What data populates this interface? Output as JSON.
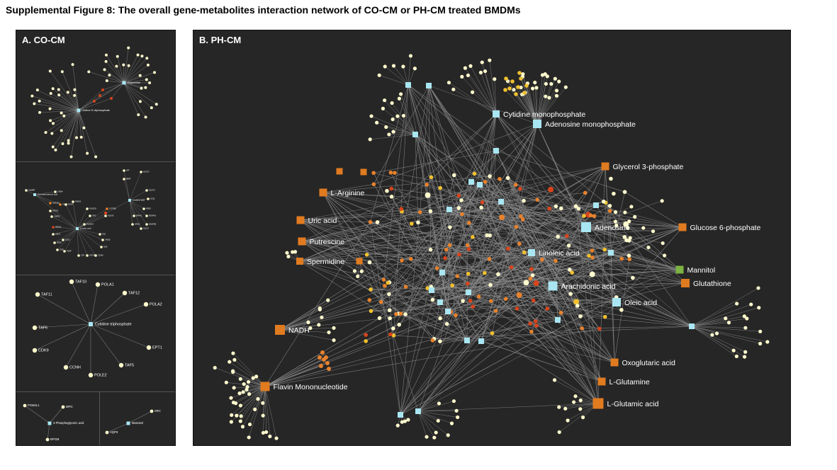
{
  "figure_title": "Supplemental Figure 8: The overall gene-metabolites interaction network of CO-CM or  PH-CM treated BMDMs",
  "colors": {
    "panel_bg": "#262626",
    "edge": "#8a8a8a",
    "metabolite": "#a9e6f2",
    "metabolite_orange": "#e07b20",
    "metabolite_green": "#7cb342",
    "gene_light": "#fffacd",
    "gene_yellow": "#f2c12e",
    "gene_orange": "#e8822c",
    "gene_red": "#d9441c"
  },
  "panel_a": {
    "title": "A. CO-CM",
    "sub1": {
      "hubs": [
        "Uridine 5'-diphosphate",
        "Dopamine"
      ]
    },
    "sub2": {
      "hubs": [
        "Docosahexaenoic acid",
        "Linoleic acid",
        "Linolenic acid"
      ],
      "genes": [
        "CAMPP",
        "CHDH",
        "ALOX15",
        "CAE2",
        "FADS1",
        "CNAT2",
        "FADS2",
        "PLA2G5",
        "GPC",
        "PLA2G4",
        "ALOX5",
        "CYP1B1",
        "NR1A2",
        "SDC3",
        "SDCK",
        "SOD",
        "PLBP",
        "CSF",
        "GPCAT",
        "CCNH",
        "NCK",
        "UNCB",
        "PLD",
        "SLC5",
        "HIP",
        "IBMP",
        "ACOT1",
        "ACOT2",
        "ACSL",
        "FADS",
        "NDUFA1",
        "NDUFB2",
        "SLC27",
        "HRAS",
        "EPHX1",
        "DGAT"
      ]
    },
    "sub3": {
      "hub": "Cytidine triphosphate",
      "genes": [
        "TAF10",
        "POLA1",
        "TAF11",
        "TAF12",
        "POLA2",
        "TAF6",
        "EPT1",
        "CDK9",
        "TAF5",
        "CCNH",
        "POLE2"
      ]
    },
    "sub4": {
      "hub": "3-Phosphoglyceric acid",
      "genes": [
        "PGM2L1",
        "MPG",
        "BPGM"
      ]
    },
    "sub5": {
      "hub": "Mannitol",
      "genes": [
        "SRC",
        "AQP9"
      ]
    }
  },
  "panel_b": {
    "title": "B. PH-CM",
    "metabolites": [
      {
        "label": "Cytidine monophosphate",
        "color": "cyan"
      },
      {
        "label": "Adenosine monophosphate",
        "color": "cyan"
      },
      {
        "label": "Glycerol 3-phosphate",
        "color": "orange"
      },
      {
        "label": "L-Arginine",
        "color": "orange"
      },
      {
        "label": "Uric acid",
        "color": "orange"
      },
      {
        "label": "Adenosine",
        "color": "cyan"
      },
      {
        "label": "Glucose 6-phosphate",
        "color": "orange"
      },
      {
        "label": "Putrescine",
        "color": "orange"
      },
      {
        "label": "Linoleic acid",
        "color": "cyan"
      },
      {
        "label": "Spermidine",
        "color": "orange"
      },
      {
        "label": "Mannitol",
        "color": "green"
      },
      {
        "label": "Arachidonic acid",
        "color": "cyan"
      },
      {
        "label": "Glutathione",
        "color": "orange"
      },
      {
        "label": "Oleic acid",
        "color": "cyan"
      },
      {
        "label": "NADH",
        "color": "orange"
      },
      {
        "label": "Oxoglutaric acid",
        "color": "orange"
      },
      {
        "label": "Flavin Mononucleotide",
        "color": "orange"
      },
      {
        "label": "L-Glutamine",
        "color": "orange"
      },
      {
        "label": "L-Glutamic acid",
        "color": "orange"
      }
    ]
  }
}
